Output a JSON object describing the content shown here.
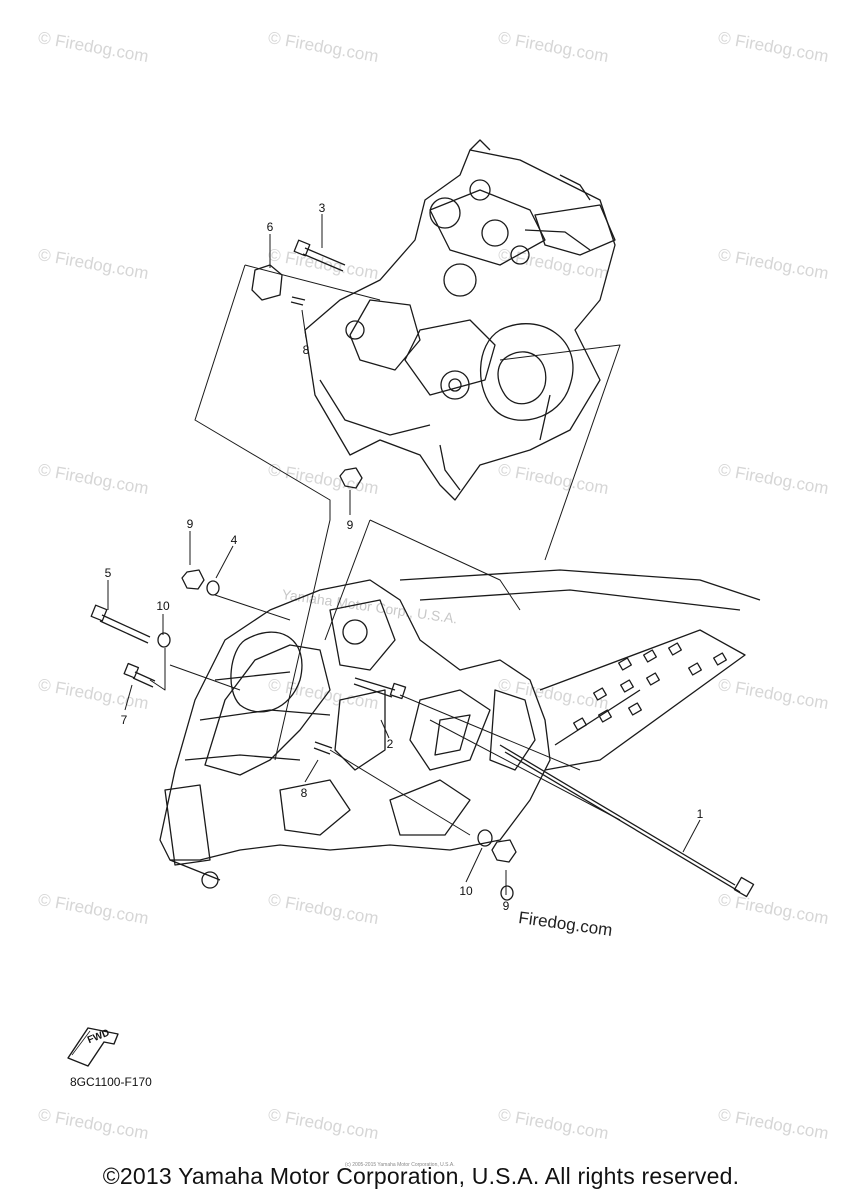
{
  "watermarks": {
    "firedog_text": "© Firedog.com",
    "brand_text": "Yamaha Motor Corp., U.S.A."
  },
  "callouts": [
    "1",
    "2",
    "3",
    "4",
    "5",
    "6",
    "7",
    "8",
    "8",
    "9",
    "9",
    "9",
    "10",
    "10"
  ],
  "firedog_stamp": "Firedog.com",
  "fwd_label": "FWD",
  "ref_code": "8GC1100-F170",
  "tiny_notice": "(c) 2005-2015 Yamaha Motor Corporation, U.S.A.",
  "copyright": "©2013 Yamaha Motor Corporation, U.S.A. All rights reserved."
}
